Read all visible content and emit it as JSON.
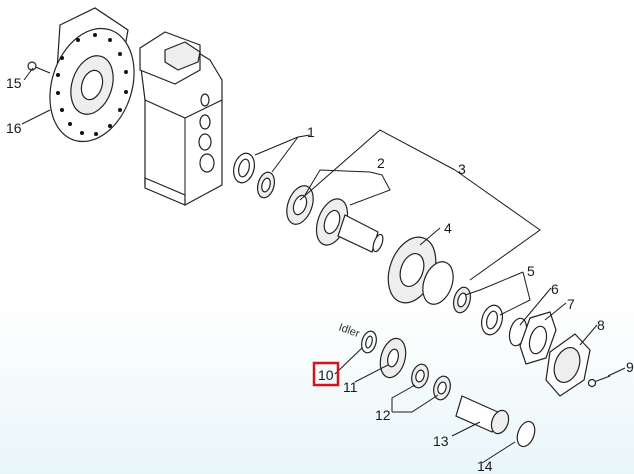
{
  "callouts": [
    {
      "id": "c1",
      "text": "1"
    },
    {
      "id": "c2",
      "text": "2"
    },
    {
      "id": "c3",
      "text": "3"
    },
    {
      "id": "c4",
      "text": "4"
    },
    {
      "id": "c5",
      "text": "5"
    },
    {
      "id": "c6",
      "text": "6"
    },
    {
      "id": "c7",
      "text": "7"
    },
    {
      "id": "c8",
      "text": "8"
    },
    {
      "id": "c9",
      "text": "9"
    },
    {
      "id": "c10",
      "text": "10"
    },
    {
      "id": "c11",
      "text": "11"
    },
    {
      "id": "c12",
      "text": "12"
    },
    {
      "id": "c13",
      "text": "13"
    },
    {
      "id": "c14",
      "text": "14"
    },
    {
      "id": "c15",
      "text": "15"
    },
    {
      "id": "c16",
      "text": "16"
    }
  ],
  "idler_label": "Idler",
  "highlight_color": "#d8121a"
}
